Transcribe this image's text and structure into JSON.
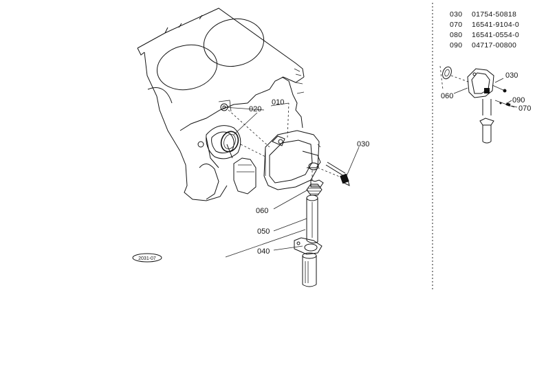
{
  "diagram": {
    "callouts": {
      "c010": "010",
      "c020": "020",
      "c030": "030",
      "c040": "040",
      "c050": "050",
      "c060": "060"
    },
    "figure_tag": "2031-07",
    "inset_callouts": {
      "c030": "030",
      "c060": "060",
      "c070": "070",
      "c090": "090"
    }
  },
  "parts_list": [
    {
      "ref": "030",
      "part_no": "01754-50818"
    },
    {
      "ref": "070",
      "part_no": "16541-9104-0"
    },
    {
      "ref": "080",
      "part_no": "16541-0554-0"
    },
    {
      "ref": "090",
      "part_no": "04717-00800"
    }
  ]
}
